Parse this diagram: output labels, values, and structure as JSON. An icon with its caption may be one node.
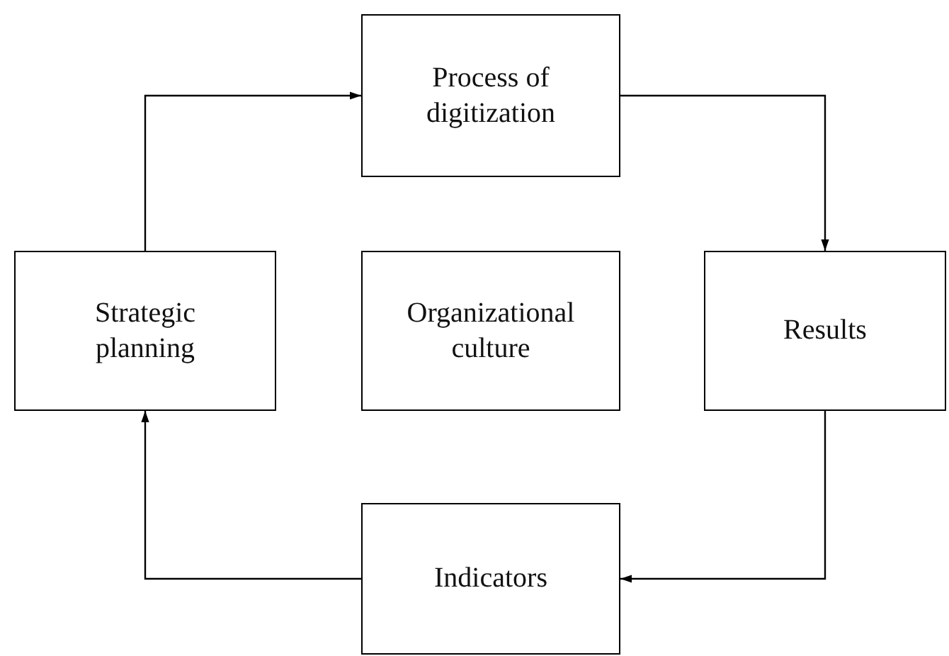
{
  "diagram": {
    "nodes": [
      {
        "text": [
          "Process of digitization"
        ]
      },
      {
        "text": [
          "Strategic planning"
        ]
      },
      {
        "text": [
          "Organizational culture"
        ]
      },
      {
        "text": [
          "Results"
        ]
      },
      {
        "text": [
          "Indicators"
        ]
      }
    ],
    "edges": [
      {
        "from": 1,
        "to": 0,
        "arrow": "to"
      },
      {
        "from": 0,
        "to": 3,
        "arrow": "to"
      },
      {
        "from": 3,
        "to": 4,
        "arrow": "to"
      },
      {
        "from": 4,
        "to": 1,
        "arrow": "to"
      }
    ]
  }
}
